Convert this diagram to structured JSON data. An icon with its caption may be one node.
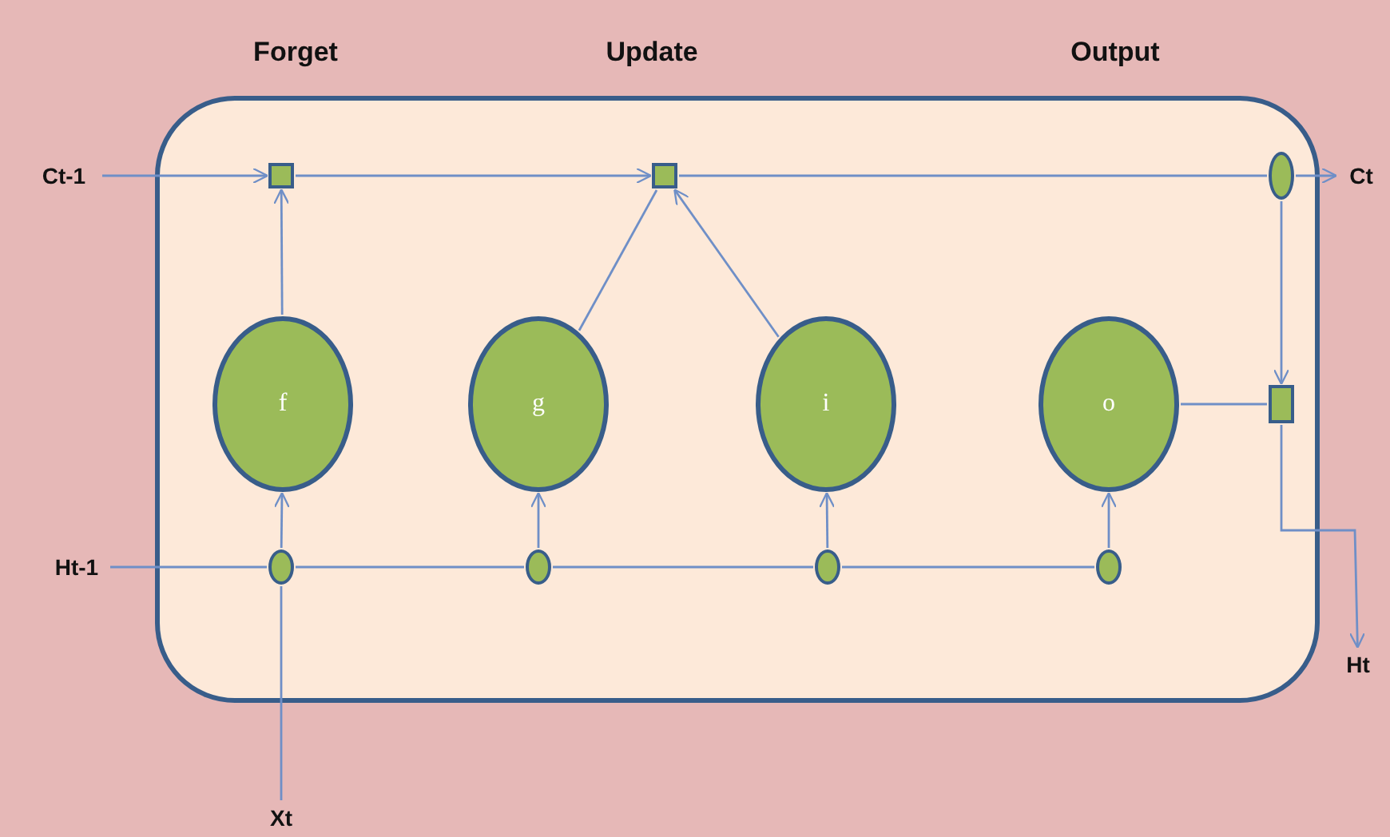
{
  "diagram": {
    "nodes": [
      {
        "text": [],
        "shape": "box"
      },
      {
        "text": [
          "Ct-1"
        ]
      },
      {
        "text": [],
        "shape": "box",
        "in": 0
      },
      {
        "text": [],
        "shape": "box",
        "in": 0
      },
      {
        "text": [],
        "shape": "circle",
        "in": 0
      },
      {
        "text": [
          "Ct"
        ]
      },
      {
        "text": [
          "f"
        ],
        "in": 0
      },
      {
        "text": [
          "g"
        ],
        "in": 0
      },
      {
        "text": [
          "i"
        ],
        "in": 0
      },
      {
        "text": [
          "o"
        ],
        "in": 0
      },
      {
        "text": [],
        "shape": "box",
        "in": 0
      },
      {
        "text": [
          "Ht-1"
        ]
      },
      {
        "text": [],
        "shape": "circle",
        "in": 0
      },
      {
        "text": [],
        "shape": "circle",
        "in": 0
      },
      {
        "text": [],
        "shape": "circle",
        "in": 0
      },
      {
        "text": [],
        "shape": "circle",
        "in": 0
      },
      {
        "text": [
          "Ht"
        ]
      },
      {
        "text": [
          "Xt"
        ]
      }
    ],
    "edges": [
      {
        "from": 1,
        "to": 2,
        "arrow": "to"
      },
      {
        "from": 2,
        "to": 3,
        "arrow": "to"
      },
      {
        "from": 3,
        "to": 4,
        "arrow": "none"
      },
      {
        "from": 4,
        "to": 5,
        "arrow": "to"
      },
      {
        "from": 6,
        "to": 2,
        "arrow": "to"
      },
      {
        "from": 7,
        "to": 3,
        "arrow": "none"
      },
      {
        "from": 8,
        "to": 3,
        "arrow": "to"
      },
      {
        "from": 4,
        "to": 10,
        "arrow": "to"
      },
      {
        "from": 9,
        "to": 10,
        "arrow": "none"
      },
      {
        "from": 10,
        "to": 16,
        "arrow": "to"
      },
      {
        "from": 11,
        "to": 12,
        "arrow": "none"
      },
      {
        "from": 12,
        "to": 13,
        "arrow": "none"
      },
      {
        "from": 13,
        "to": 14,
        "arrow": "none"
      },
      {
        "from": 14,
        "to": 15,
        "arrow": "none"
      },
      {
        "from": 17,
        "to": 12,
        "arrow": "none"
      },
      {
        "from": 12,
        "to": 6,
        "arrow": "to"
      },
      {
        "from": 13,
        "to": 7,
        "arrow": "to"
      },
      {
        "from": 14,
        "to": 8,
        "arrow": "to"
      },
      {
        "from": 15,
        "to": 9,
        "arrow": "to"
      }
    ],
    "labels": [
      "Forget",
      "Update",
      "Output"
    ]
  }
}
